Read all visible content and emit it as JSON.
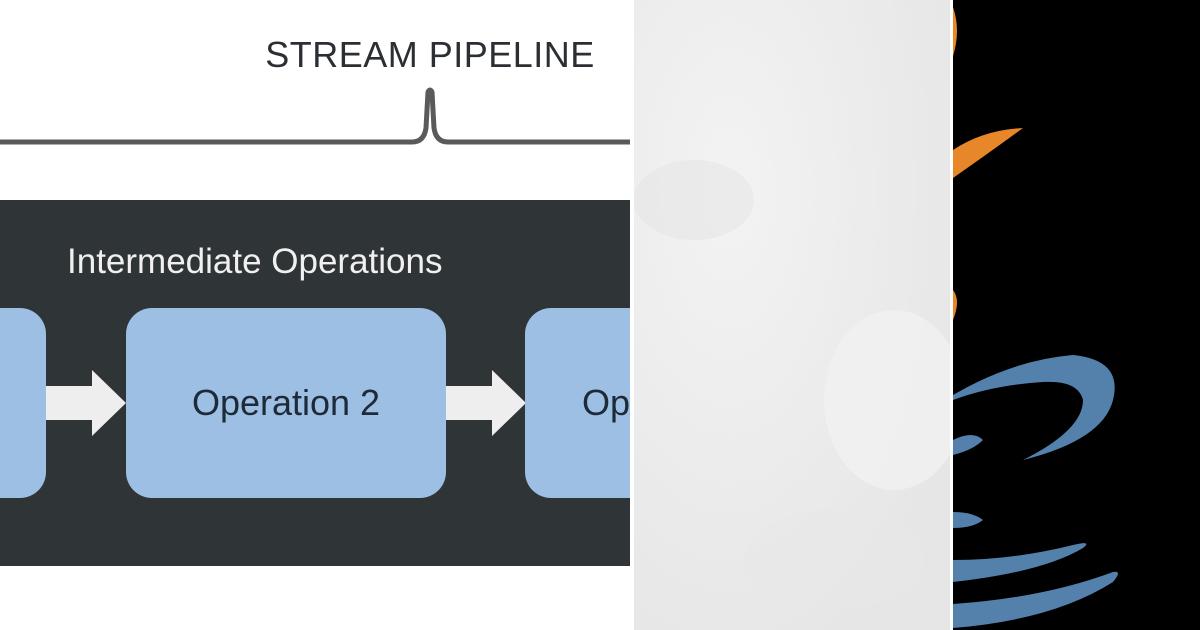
{
  "diagram": {
    "title": "STREAM PIPELINE",
    "intermediate_heading": "Intermediate Operations",
    "operations": [
      {
        "label": ""
      },
      {
        "label": "Operation 2"
      },
      {
        "label": "Op"
      }
    ]
  },
  "colors": {
    "block_background": "#2f3437",
    "operation_box": "#9dbfe3",
    "arrow": "#eeeeee",
    "brace": "#5a5a5a",
    "paper": "#ececec",
    "logo_orange": "#e8862a",
    "logo_blue": "#5381ac"
  },
  "logo": {
    "icon": "coffee-cup-logo-icon"
  }
}
